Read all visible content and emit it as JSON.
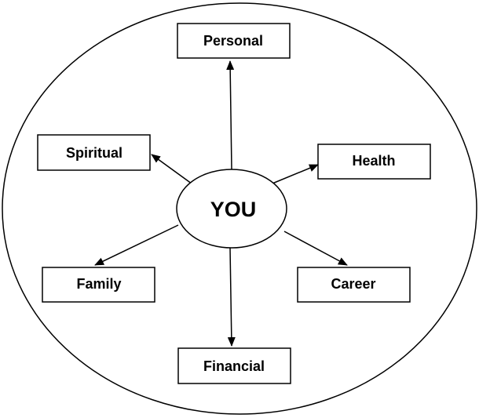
{
  "center": {
    "label": "YOU"
  },
  "nodes": {
    "personal": "Personal",
    "spiritual": "Spiritual",
    "health": "Health",
    "family": "Family",
    "career": "Career",
    "financial": "Financial"
  },
  "colors": {
    "stroke": "#000000",
    "fill": "#ffffff",
    "text": "#000000"
  }
}
